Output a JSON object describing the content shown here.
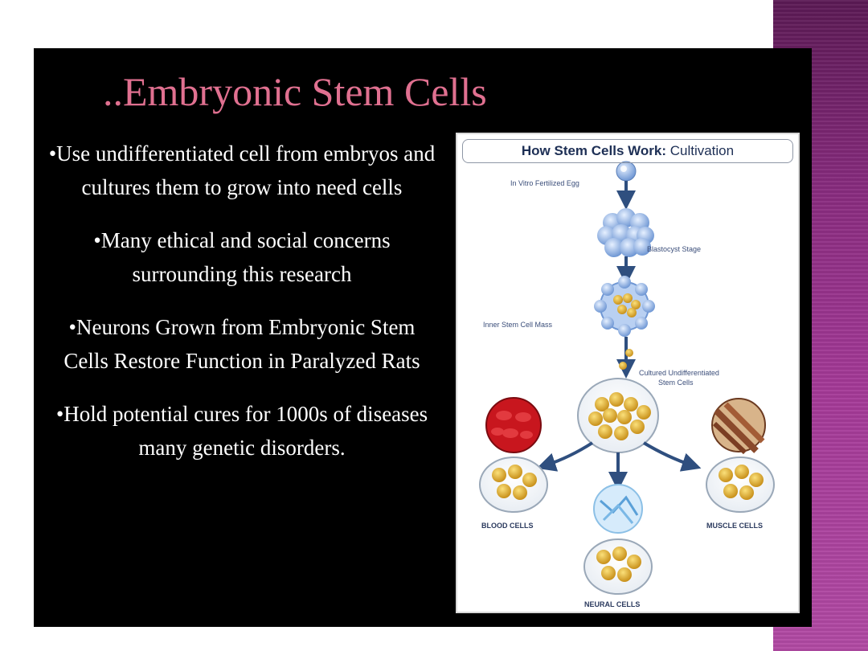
{
  "slide": {
    "title": "..Embryonic Stem Cells",
    "bullets": [
      "•Use undifferentiated cell from embryos and cultures them to grow into need cells",
      "•Many ethical and social concerns surrounding this research",
      "•Neurons Grown from Embryonic Stem Cells Restore Function in Paralyzed Rats",
      "•Hold potential cures for 1000s of diseases many genetic disorders."
    ]
  },
  "figure": {
    "header_bold": "How Stem Cells  Work:",
    "header_light": " Cultivation",
    "labels": {
      "egg": "In Vitro Fertilized Egg",
      "blastocyst": "Blastocyst Stage",
      "inner_mass": "Inner Stem Cell Mass",
      "cultured_line1": "Cultured Undifferentiated",
      "cultured_line2": "Stem Cells",
      "blood": "BLOOD CELLS",
      "muscle": "MUSCLE CELLS",
      "neural": "NEURAL CELLS"
    },
    "colors": {
      "arrow": "#2f4f7f",
      "yolk": "#e9b93a",
      "blood": "#c8161e",
      "muscle": "#8a4a2c",
      "blastula": "#8fb4e6"
    }
  }
}
